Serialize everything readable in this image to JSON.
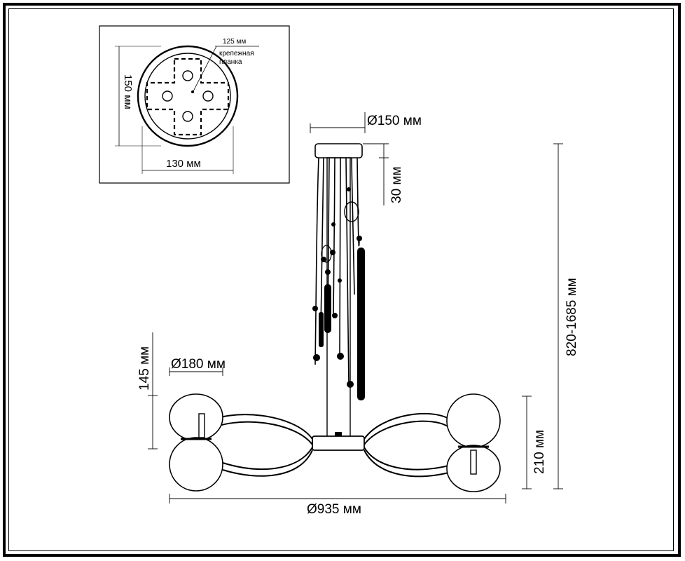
{
  "inset": {
    "dim_125": "125 мм",
    "plate_label_line1": "крепежная",
    "plate_label_line2": "планка",
    "dim_150": "150 мм",
    "dim_130": "130 мм"
  },
  "main": {
    "canopy_diameter": "Ø150 мм",
    "canopy_height": "30 мм",
    "total_height": "820-1685 мм",
    "shade_height": "145 мм",
    "shade_diameter": "Ø180 мм",
    "fixture_height": "210 мм",
    "fixture_diameter": "Ø935 мм"
  },
  "colors": {
    "line": "#000000",
    "background": "#ffffff",
    "shade_fill": "#ffffff"
  }
}
